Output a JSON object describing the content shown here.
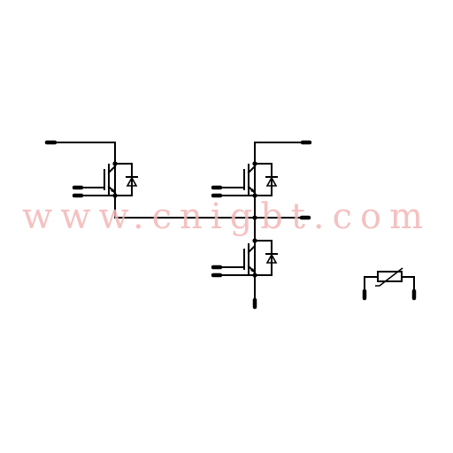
{
  "watermark": {
    "text": "www.cnigbt.com",
    "color": "#f3b7b7"
  },
  "colors": {
    "line": "#000000",
    "background": "#ffffff"
  },
  "components": [
    {
      "name": "igbt-with-diode-upper-left"
    },
    {
      "name": "igbt-with-diode-upper-right"
    },
    {
      "name": "igbt-with-diode-lower-right"
    },
    {
      "name": "ntc-thermistor"
    }
  ]
}
